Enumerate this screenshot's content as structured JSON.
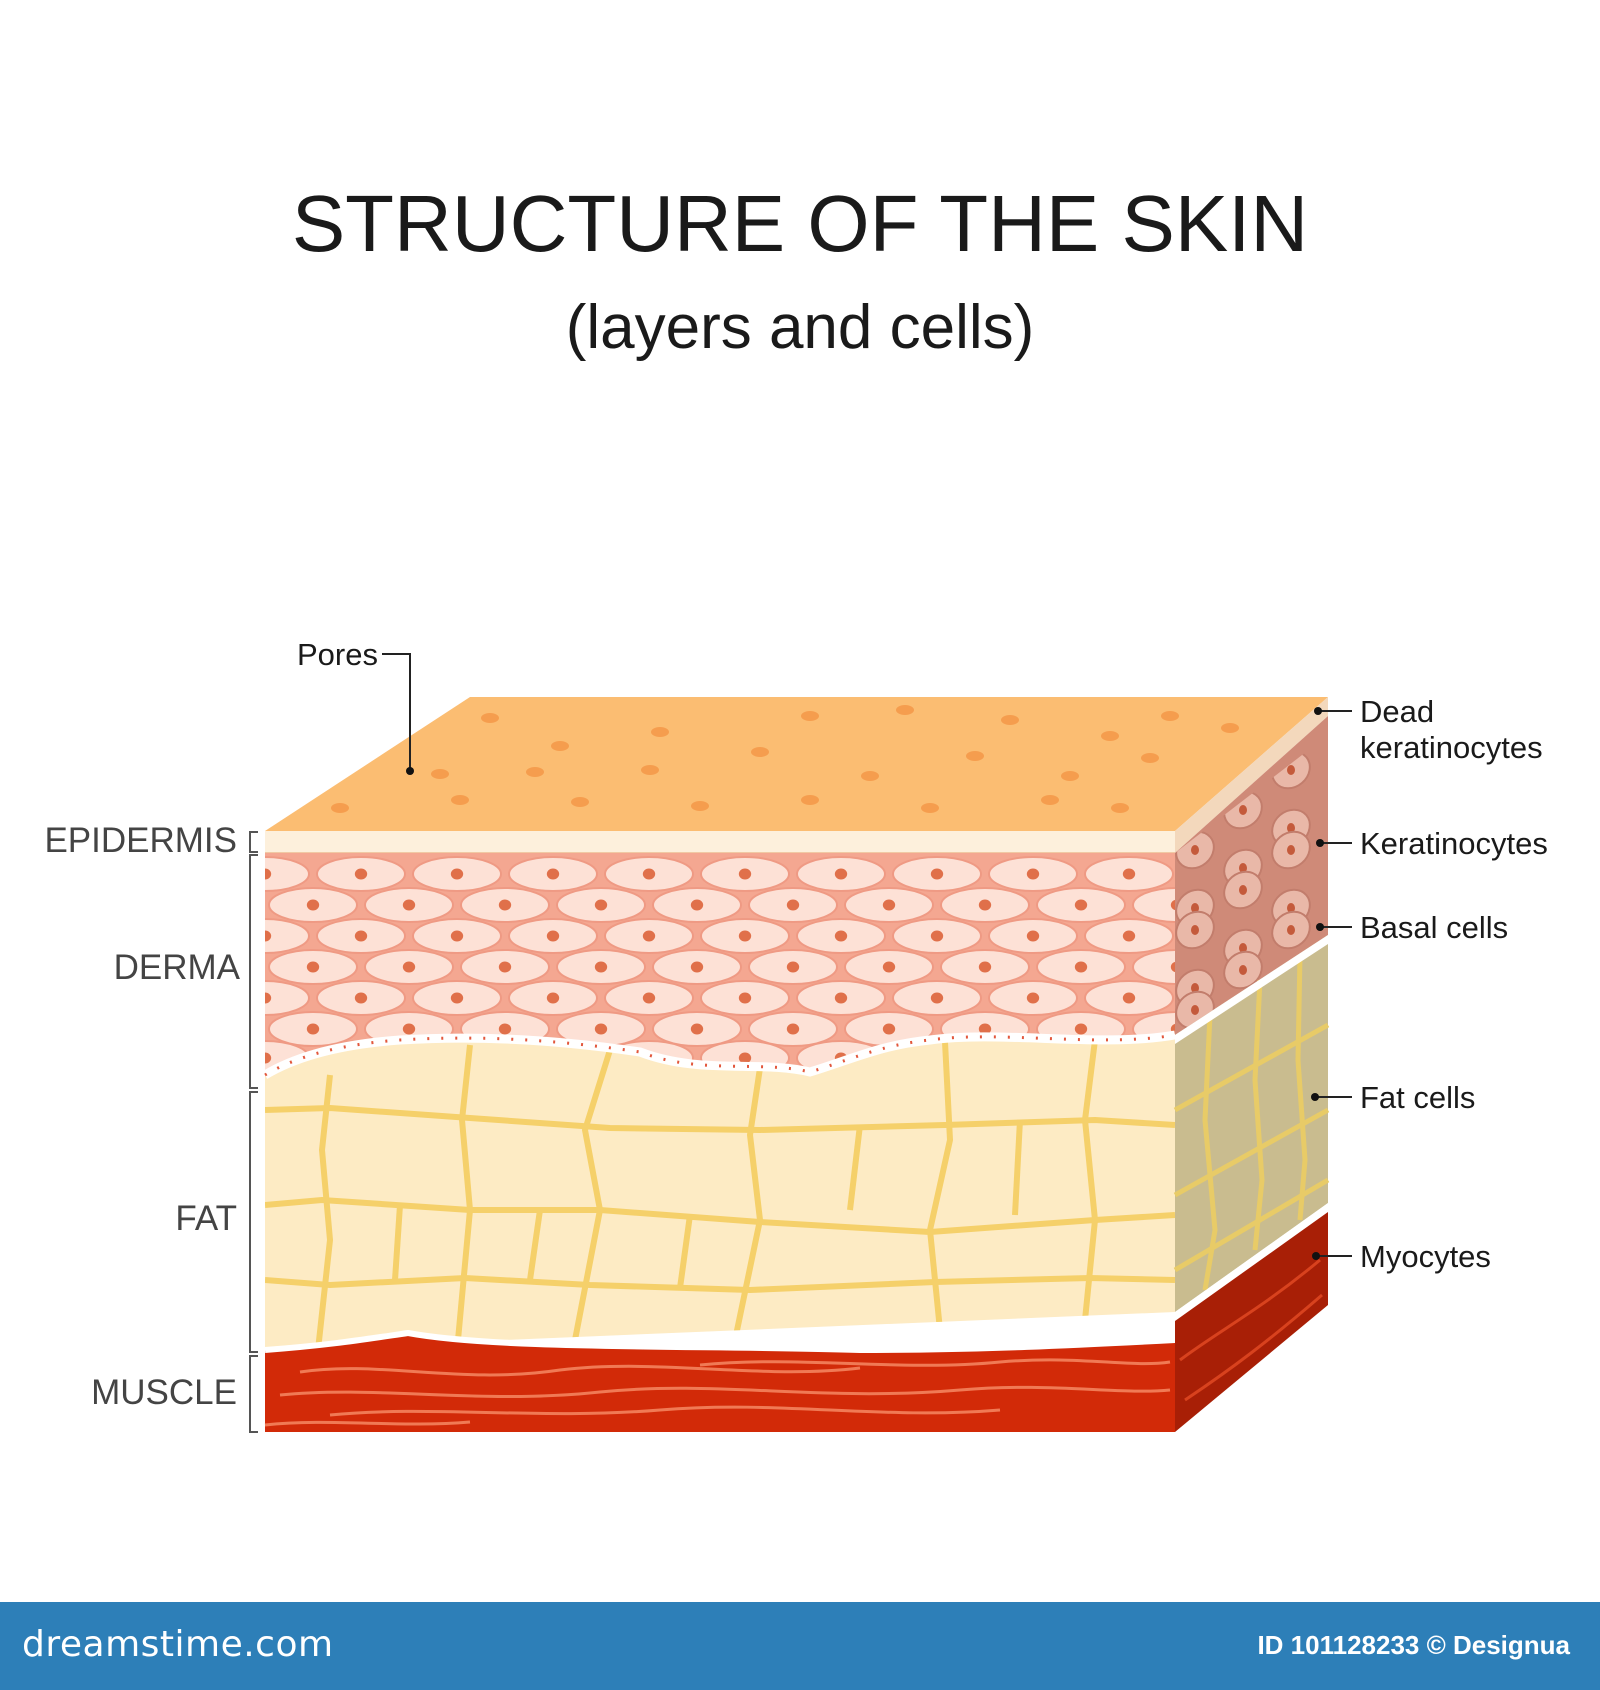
{
  "title": "STRUCTURE OF THE SKIN",
  "subtitle": "(layers and cells)",
  "layer_labels": {
    "epidermis": "EPIDERMIS",
    "derma": "DERMA",
    "fat": "FAT",
    "muscle": "MUSCLE"
  },
  "callouts": {
    "pores": "Pores",
    "dead_line1": "Dead",
    "dead_line2": "keratinocytes",
    "keratinocytes": "Keratinocytes",
    "basal_cells": "Basal cells",
    "fat_cells": "Fat cells",
    "myocytes": "Myocytes"
  },
  "footer": {
    "logo": "dreamstime.com",
    "id_text": "ID 101128233 © Designua"
  },
  "colors": {
    "surface": "#fbbd72",
    "derma": "#f4a791",
    "cell": "#fde1d6",
    "nucleus": "#e0704a",
    "fat": "#fdebc4",
    "fat_membrane": "#f7d778",
    "muscle": "#d22a08",
    "footer": "#2d7fb8"
  }
}
